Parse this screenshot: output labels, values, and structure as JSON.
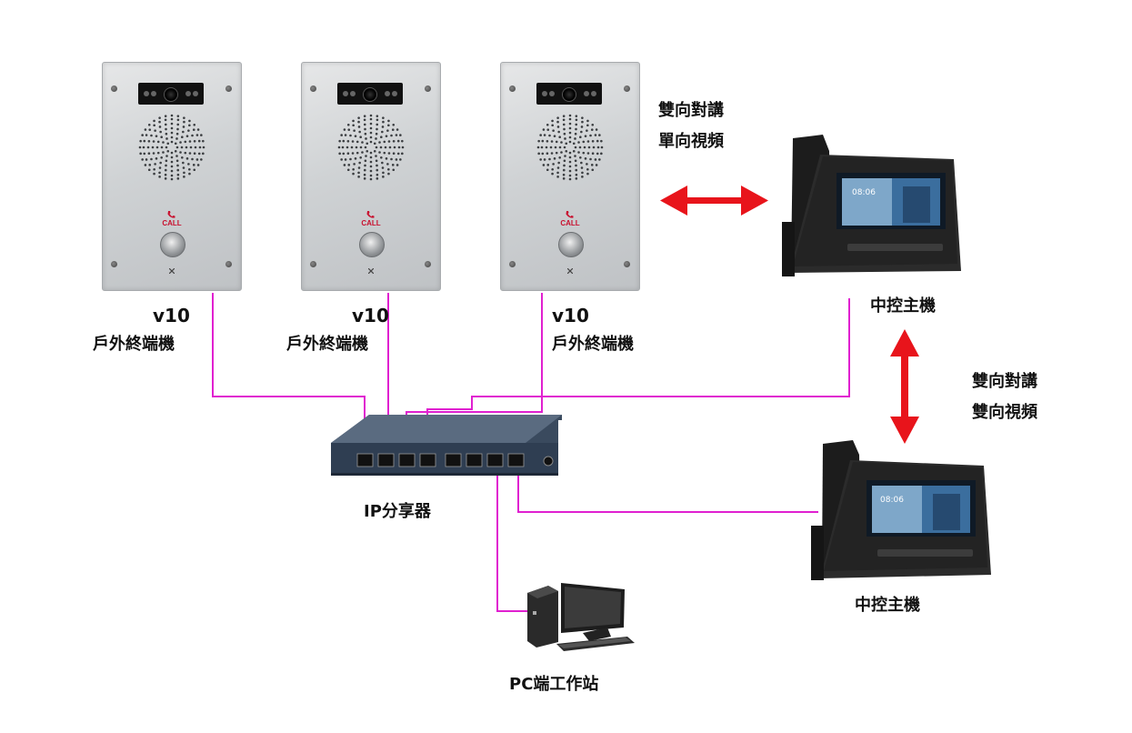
{
  "terminals": [
    {
      "model": "v10",
      "label": "戶外終端機",
      "call_text": "CALL"
    },
    {
      "model": "v10",
      "label": "戶外終端機",
      "call_text": "CALL"
    },
    {
      "model": "v10",
      "label": "戶外終端機",
      "call_text": "CALL"
    }
  ],
  "consoles": [
    {
      "label": "中控主機",
      "screen_time": "08:06"
    },
    {
      "label": "中控主機",
      "screen_time": "08:06"
    }
  ],
  "switch": {
    "label": "IP分享器"
  },
  "pc": {
    "label": "PC端工作站"
  },
  "link_top": {
    "line1": "雙向對講",
    "line2": "單向視頻"
  },
  "link_right": {
    "line1": "雙向對講",
    "line2": "雙向視頻"
  },
  "colors": {
    "cable": "#e020d0",
    "arrow": "#e8141b"
  }
}
